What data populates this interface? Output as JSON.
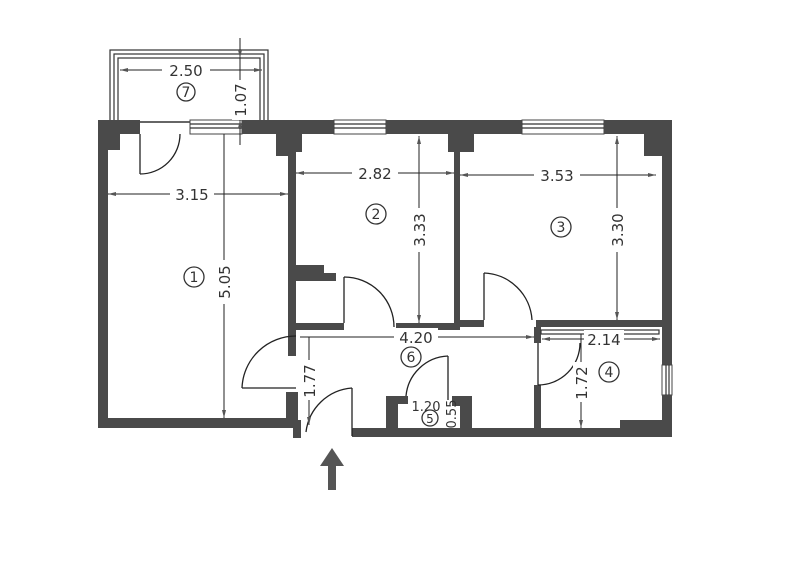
{
  "plan": {
    "colors": {
      "wall": "#4a4a4a",
      "line": "#222222",
      "background": "#ffffff",
      "entrance_arrow": "#555555"
    },
    "rooms": [
      {
        "id": "1",
        "label": "1",
        "width": "3.15",
        "length": "5.05"
      },
      {
        "id": "2",
        "label": "2",
        "width": "2.82",
        "length": "3.33"
      },
      {
        "id": "3",
        "label": "3",
        "width": "3.53",
        "length": "3.30"
      },
      {
        "id": "4",
        "label": "4",
        "width": "2.14",
        "length": "1.72"
      },
      {
        "id": "5",
        "label": "5",
        "width": "1.20",
        "length": "0.55"
      },
      {
        "id": "6",
        "label": "6",
        "width": "4.20",
        "length": "1.77"
      },
      {
        "id": "7",
        "label": "7",
        "width": "2.50",
        "length": "1.07"
      }
    ],
    "entrance": {
      "icon": "up-arrow-icon"
    }
  }
}
